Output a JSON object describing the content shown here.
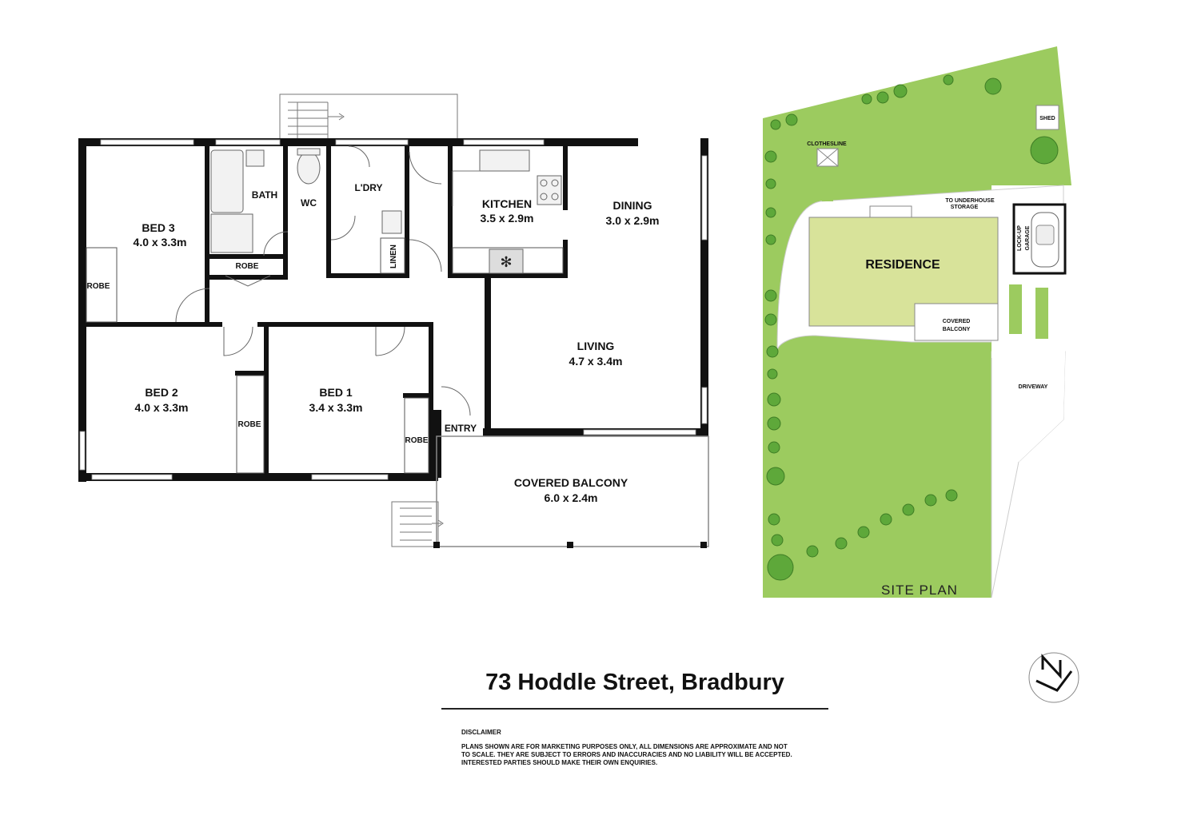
{
  "rooms": {
    "bed3": {
      "name": "BED 3",
      "size": "4.0 x 3.3m"
    },
    "bed2": {
      "name": "BED 2",
      "size": "4.0 x 3.3m"
    },
    "bed1": {
      "name": "BED 1",
      "size": "3.4 x 3.3m"
    },
    "kitchen": {
      "name": "KITCHEN",
      "size": "3.5 x 2.9m"
    },
    "dining": {
      "name": "DINING",
      "size": "3.0 x 2.9m"
    },
    "living": {
      "name": "LIVING",
      "size": "4.7 x 3.4m"
    },
    "balcony": {
      "name": "COVERED BALCONY",
      "size": "6.0 x 2.4m"
    },
    "bath": "BATH",
    "wc": "WC",
    "laundry": "L'DRY",
    "linen": "LINEN",
    "entry": "ENTRY",
    "robe": "ROBE"
  },
  "site_plan": {
    "caption": "SITE PLAN",
    "residence": "RESIDENCE",
    "covered_balcony_line1": "COVERED",
    "covered_balcony_line2": "BALCONY",
    "shed": "SHED",
    "clothesline": "CLOTHESLINE",
    "storage_line1": "TO UNDERHOUSE",
    "storage_line2": "STORAGE",
    "garage_line1": "LOCK-UP",
    "garage_line2": "GARAGE",
    "driveway": "DRIVEWAY"
  },
  "address": "73 Hoddle Street, Bradbury",
  "disclaimer": {
    "heading": "DISCLAIMER",
    "text": "PLANS SHOWN ARE FOR MARKETING PURPOSES ONLY, ALL DIMENSIONS ARE APPROXIMATE AND NOT TO SCALE. THEY ARE SUBJECT TO ERRORS AND INACCURACIES AND NO LIABILITY WILL BE ACCEPTED. INTERESTED PARTIES SHOULD MAKE THEIR OWN ENQUIRIES."
  },
  "colors": {
    "lawn": "#9ccb5f",
    "residence": "#d8e39a",
    "tree": "#5ea83a"
  }
}
